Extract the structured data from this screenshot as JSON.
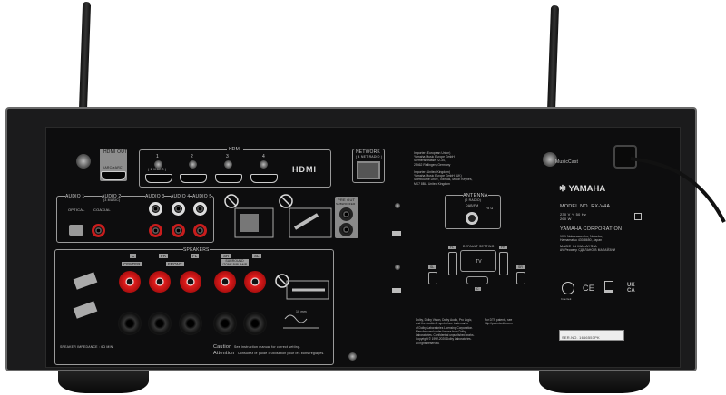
{
  "brand": "YAMAHA",
  "musiccast": "MusicCast",
  "hdmi": {
    "title": "HDMI",
    "out_label": "HDMI OUT",
    "out_sub": "(ARC/eARC)",
    "inputs": [
      "1",
      "2",
      "3",
      "4"
    ],
    "input1_sub": "( 1 VIDEO )",
    "logo": "HDMI"
  },
  "network": {
    "label": "NETWORK",
    "sub": "( 4 NET RADIO )"
  },
  "importer": "Importer (European Union)\nYamaha Music Europe GmbH\nSiemensstrasse 22-34,\n25462 Rellingen, Germany\n\nImporter (United Kingdom)\nYamaha Music Europe GmbH (UK)\nSherbourne Drive, Tilbrook, Milton Keynes,\nMK7 8BL, United Kingdom",
  "audio": {
    "a1": "AUDIO 1",
    "a1_sub": "OPTICAL",
    "a2": "AUDIO 2",
    "a2_note": "(3 MUSIC)",
    "a2_sub": "COAXIAL",
    "a3": "AUDIO 3",
    "a4": "AUDIO 4",
    "a5": "AUDIO 5"
  },
  "preout": {
    "label": "PRE OUT",
    "sub": "SUBWOOFER"
  },
  "antenna": {
    "label": "ANTENNA",
    "sub": "(2 RADIO)",
    "band": "DAB/FM",
    "ohm": "75 Ω"
  },
  "speakers": {
    "title": "SPEAKERS",
    "center": "CENTER",
    "front": "FRONT",
    "surround": "SURROUND\n/ZONE B/BI-AMP",
    "ch_c": "C",
    "ch_fr": "FR",
    "ch_fl": "FL",
    "ch_sr": "SR",
    "ch_sl": "SL",
    "impedance": "SPEAKER IMPEDANCE : 6Ω MIN.",
    "strip": "10 mm"
  },
  "caution": {
    "caution": "Caution",
    "caution_text": "See instruction manual for correct setting.",
    "attention": "Attention",
    "attention_text": "Consultez le guide d'utilisation pour les bons réglages."
  },
  "default_setting": {
    "title": "DEFAULT SETTING",
    "tv": "TV",
    "fl": "FL",
    "fr": "FR",
    "sl": "SL",
    "sr": "SR",
    "c": "C"
  },
  "dolby": "Dolby, Dolby Vision, Dolby Audio, Pro Logic,\nand the double-D symbol are trademarks\nof Dolby Laboratories Licensing Corporation.\nManufactured under license from Dolby\nLaboratories. Confidential unpublished works.\nCopyright © 1992-2020 Dolby Laboratories.\nAll rights reserved.",
  "dts": "For DTS patents, see\nhttp://patents.dts.com",
  "rating": {
    "model": "MODEL NO.  RX-V4A",
    "voltage": "230 V ∿   50 Hz",
    "power": "260 W",
    "corp": "YAMAHA CORPORATION",
    "address": "10-1 Nakazawa-cho, Naka-ku,\nHamamatsu 430-8650, Japan",
    "made": "MADE IN MALAYSIA",
    "ru": "AV Ресивер   СДЕЛАНО В МАЛАЙЗИИ",
    "intertek": "Intertek",
    "ce": "CE",
    "ukca": "UK\nCA",
    "serial": "SER.NO. 1666553PK"
  },
  "colors": {
    "terminal_red": "#e01c1c",
    "panel": "#0d0d0e"
  }
}
